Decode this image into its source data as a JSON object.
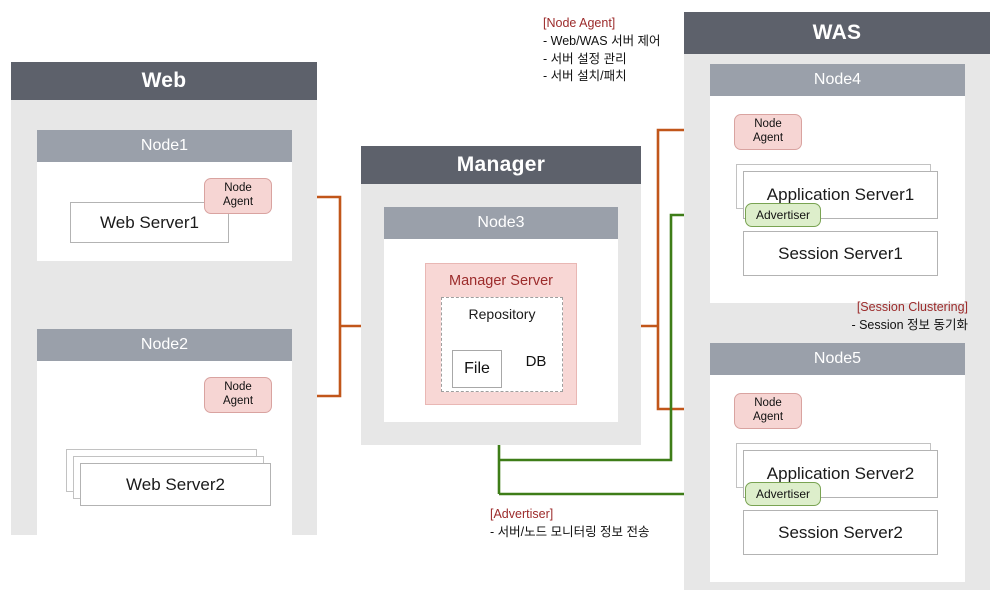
{
  "zones": {
    "web": {
      "title": "Web"
    },
    "manager": {
      "title": "Manager"
    },
    "was": {
      "title": "WAS"
    }
  },
  "nodes": {
    "node1": {
      "title": "Node1"
    },
    "node2": {
      "title": "Node2"
    },
    "node3": {
      "title": "Node3"
    },
    "node4": {
      "title": "Node4"
    },
    "node5": {
      "title": "Node5"
    }
  },
  "badges": {
    "node_agent_line1": "Node",
    "node_agent_line2": "Agent",
    "advertiser": "Advertiser"
  },
  "servers": {
    "web_server1": "Web Server1",
    "web_server2": "Web Server2",
    "app_server1": "Application Server1",
    "app_server2": "Application Server2",
    "session_server1": "Session Server1",
    "session_server2": "Session Server2"
  },
  "manager_server": {
    "title": "Manager Server",
    "repository_title": "Repository",
    "file_label": "File",
    "db_label": "DB"
  },
  "annotations": {
    "node_agent": {
      "tag": "[Node Agent]",
      "lines": [
        "- Web/WAS 서버 제어",
        "- 서버 설정 관리",
        "- 서버 설치/패치"
      ]
    },
    "session_clustering": {
      "tag": "[Session Clustering]",
      "lines": [
        "- Session 정보 동기화"
      ]
    },
    "advertiser": {
      "tag": "[Advertiser]",
      "lines": [
        "- 서버/노드 모니터링 정보 전송"
      ]
    }
  },
  "colors": {
    "zone_header": "#5d616b",
    "zone_body": "#e7e7e7",
    "node_header": "#9aa0aa",
    "agent_fill": "#f6d5d3",
    "advertiser_fill": "#ddeecb",
    "manager_server_fill": "#f8d7d5",
    "control_line": "#c1561a",
    "advertiser_line": "#3e7d18",
    "tag_text": "#9c2b2b"
  }
}
